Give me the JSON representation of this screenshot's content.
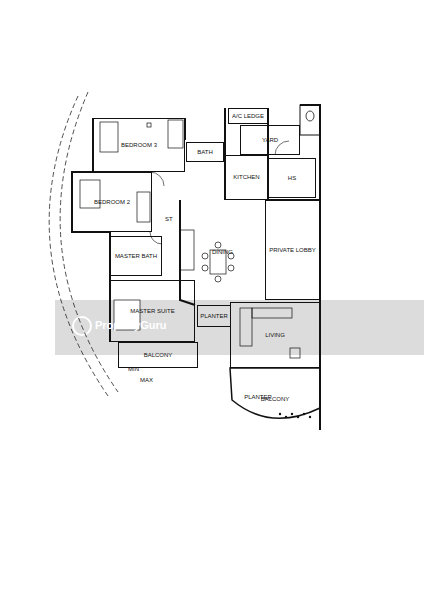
{
  "diagram": {
    "nodes": [
      {
        "text": [
          "A/C LEDGE"
        ]
      },
      {
        "text": [
          "BEDROOM 3"
        ]
      },
      {
        "text": [
          "BATH"
        ]
      },
      {
        "text": [
          "YARD"
        ]
      },
      {
        "text": [
          "HS"
        ]
      },
      {
        "text": [
          "KITCHEN"
        ]
      },
      {
        "text": [
          "BEDROOM 2"
        ]
      },
      {
        "text": [
          "MASTER BATH"
        ]
      },
      {
        "text": [
          "DINING"
        ]
      },
      {
        "text": [
          "PRIVATE LOBBY"
        ]
      },
      {
        "text": [
          "MASTER SUITE"
        ]
      },
      {
        "text": [
          "PLANTER"
        ]
      },
      {
        "text": [
          "LIVING"
        ]
      },
      {
        "text": [
          "BALCONY"
        ]
      },
      {
        "text": [
          "BALCONY"
        ]
      },
      {
        "text": [
          "PLANTER"
        ],
        "in": 14
      }
    ],
    "labels": [
      "ST",
      "MIN",
      "MAX",
      "PropertyGuru"
    ]
  }
}
